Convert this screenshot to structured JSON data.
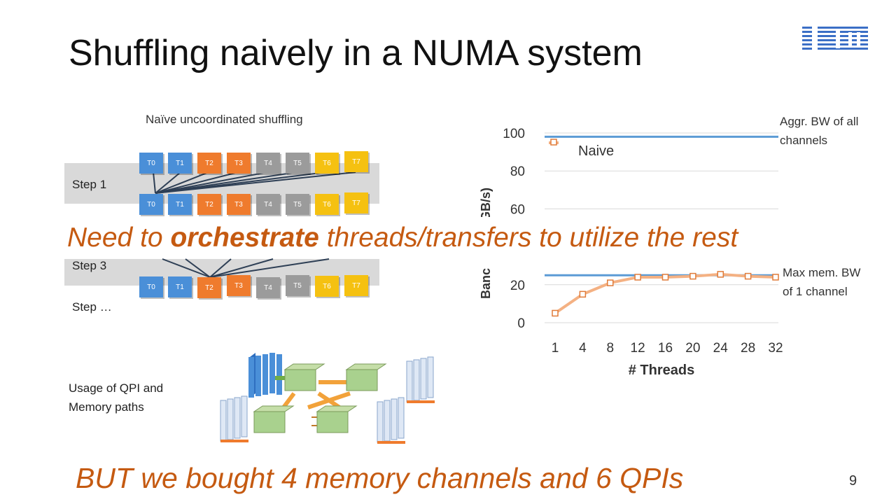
{
  "slide": {
    "title": "Shuffling naively in a NUMA system",
    "logo": "IBM",
    "subtitle": "Naïve uncoordinated shuffling",
    "steps": [
      "Step 1",
      "Step 3",
      "Step …"
    ],
    "thread_labels": [
      "T0",
      "T1",
      "T2",
      "T3",
      "T4",
      "T5",
      "T6",
      "T7"
    ],
    "overlay_text": "Need to orchestrate threads/transfers  to utilize the rest",
    "overlay_prefix": "Need to ",
    "overlay_emphasis": "orchestrate",
    "overlay_suffix": " threads/transfers  to utilize the rest",
    "qpi_label_line1": "Usage of QPI and",
    "qpi_label_line2": "Memory paths",
    "bottom_text": "BUT we bought 4 memory channels and 6 QPIs",
    "slide_number": "9",
    "note_top_line1": "Aggr. BW of all",
    "note_top_line2": "channels",
    "note_bottom_line1": "Max mem. BW",
    "note_bottom_line2": "of 1 channel",
    "colors": {
      "accent": "#c55a11",
      "blue": "#4a8fd8",
      "orange": "#ef7b2d",
      "gray": "#9b9b9b",
      "yellow": "#f5c111"
    }
  },
  "chart_data": {
    "type": "line",
    "categories": [
      "1",
      "4",
      "8",
      "12",
      "16",
      "20",
      "24",
      "28",
      "32"
    ],
    "series": [
      {
        "name": "Naive",
        "values": [
          5,
          15,
          21,
          24,
          24,
          24.5,
          25.5,
          24.5,
          24
        ]
      }
    ],
    "reference_lines": [
      {
        "value": 98
      },
      {
        "value": 25
      }
    ],
    "visible_yticks": [
      "100",
      "80",
      "60",
      "20",
      "0"
    ],
    "xlabel": "# Threads",
    "ylabel_visible_top": "(GB/s)",
    "ylabel_visible_bottom": "Banc",
    "ylim": [
      0,
      100
    ],
    "legend": "top-left",
    "grid": true
  }
}
